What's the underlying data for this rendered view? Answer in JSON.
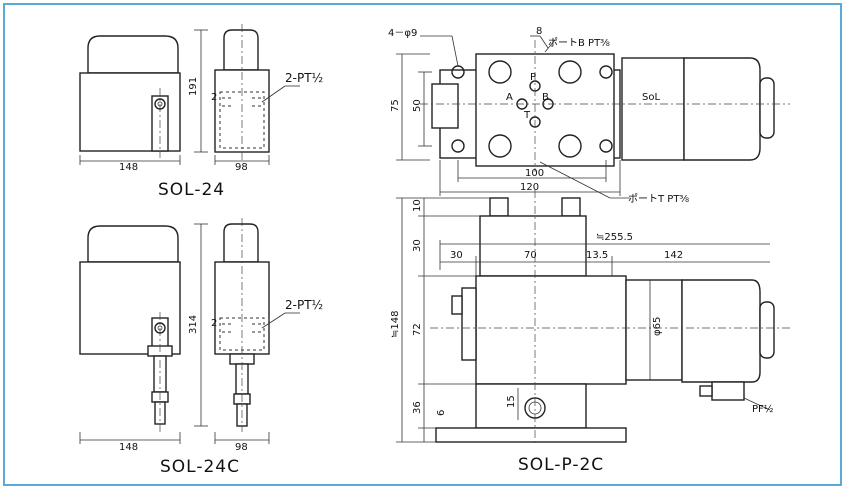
{
  "colors": {
    "frame": "#5aa9d6",
    "line": "#222222"
  },
  "sol24": {
    "title": "SOL-24",
    "port_label": "2-PT½",
    "dim_width_front": "148",
    "dim_width_side": "98",
    "dim_height": "191",
    "mark_2": "2"
  },
  "sol24c": {
    "title": "SOL-24C",
    "port_label": "2-PT½",
    "dim_width_front": "148",
    "dim_width_side": "98",
    "dim_height": "314",
    "mark_2": "2"
  },
  "solp2c": {
    "title": "SOL-P-2C",
    "hole_label": "4－φ9",
    "port_b_label": "ポートB PT⅜",
    "port_t_label": "ポートT PT⅜",
    "port_p": "P",
    "port_a": "A",
    "port_b": "B",
    "port_t": "T",
    "sol_label": "SoL",
    "dim_8": "8",
    "dim_75": "75",
    "dim_50": "50",
    "dim_100": "100",
    "dim_120": "120",
    "dim_10": "10",
    "dim_30v": "30",
    "dim_30h": "30",
    "dim_70": "70",
    "dim_13_5": "13.5",
    "dim_142": "142",
    "dim_255_5": "≒255.5",
    "dim_148": "≒148",
    "dim_72": "72",
    "dim_65": "φ65",
    "dim_36": "36",
    "dim_6": "6",
    "dim_15": "15",
    "pf_label": "PF½"
  }
}
